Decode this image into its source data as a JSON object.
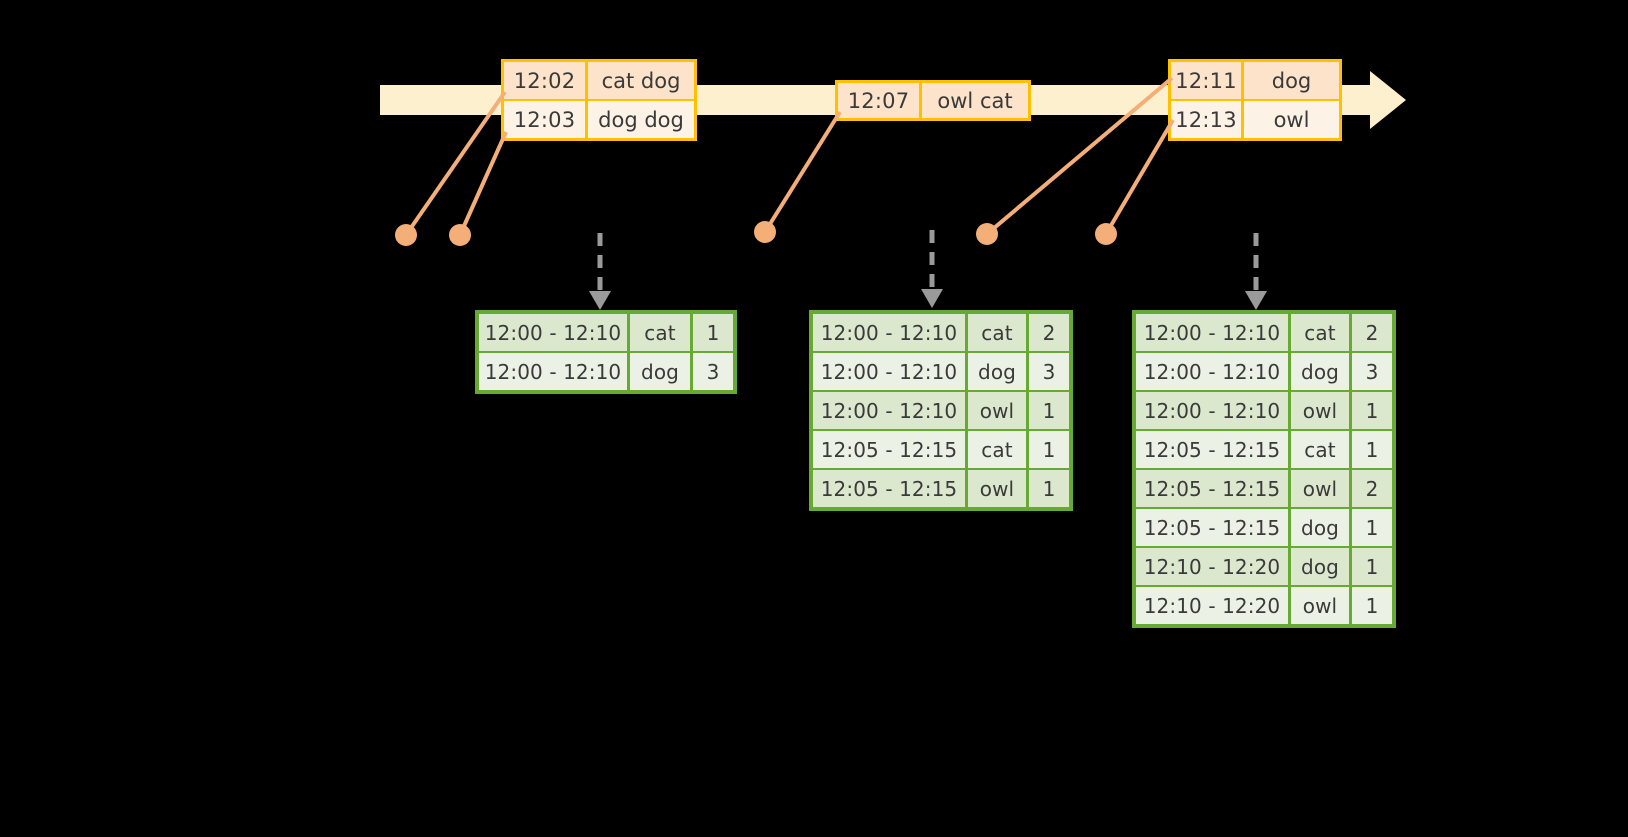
{
  "timeline": {
    "name": "event-stream-timeline",
    "bar_color": "#FDF0CE",
    "accent_color": "#FFC000",
    "dot_color": "#F4AE78",
    "arrow_color": "#9A9A9A",
    "table_border_color": "#66AA33"
  },
  "events": [
    {
      "id": "event-group-1",
      "rows": [
        {
          "time": "12:02",
          "words": "cat dog"
        },
        {
          "time": "12:03",
          "words": "dog dog"
        }
      ]
    },
    {
      "id": "event-group-2",
      "rows": [
        {
          "time": "12:07",
          "words": "owl cat"
        }
      ]
    },
    {
      "id": "event-group-3",
      "rows": [
        {
          "time": "12:11",
          "words": "dog"
        },
        {
          "time": "12:13",
          "words": "owl"
        }
      ]
    }
  ],
  "tables": [
    {
      "id": "result-table-1",
      "rows": [
        {
          "window": "12:00 - 12:10",
          "word": "cat",
          "count": "1"
        },
        {
          "window": "12:00 - 12:10",
          "word": "dog",
          "count": "3"
        }
      ]
    },
    {
      "id": "result-table-2",
      "rows": [
        {
          "window": "12:00 - 12:10",
          "word": "cat",
          "count": "2"
        },
        {
          "window": "12:00 - 12:10",
          "word": "dog",
          "count": "3"
        },
        {
          "window": "12:00 - 12:10",
          "word": "owl",
          "count": "1"
        },
        {
          "window": "12:05 - 12:15",
          "word": "cat",
          "count": "1"
        },
        {
          "window": "12:05 - 12:15",
          "word": "owl",
          "count": "1"
        }
      ]
    },
    {
      "id": "result-table-3",
      "rows": [
        {
          "window": "12:00 - 12:10",
          "word": "cat",
          "count": "2"
        },
        {
          "window": "12:00 - 12:10",
          "word": "dog",
          "count": "3"
        },
        {
          "window": "12:00 - 12:10",
          "word": "owl",
          "count": "1"
        },
        {
          "window": "12:05 - 12:15",
          "word": "cat",
          "count": "1"
        },
        {
          "window": "12:05 - 12:15",
          "word": "owl",
          "count": "2"
        },
        {
          "window": "12:05 - 12:15",
          "word": "dog",
          "count": "1"
        },
        {
          "window": "12:10 - 12:20",
          "word": "dog",
          "count": "1"
        },
        {
          "window": "12:10 - 12:20",
          "word": "owl",
          "count": "1"
        }
      ]
    }
  ]
}
